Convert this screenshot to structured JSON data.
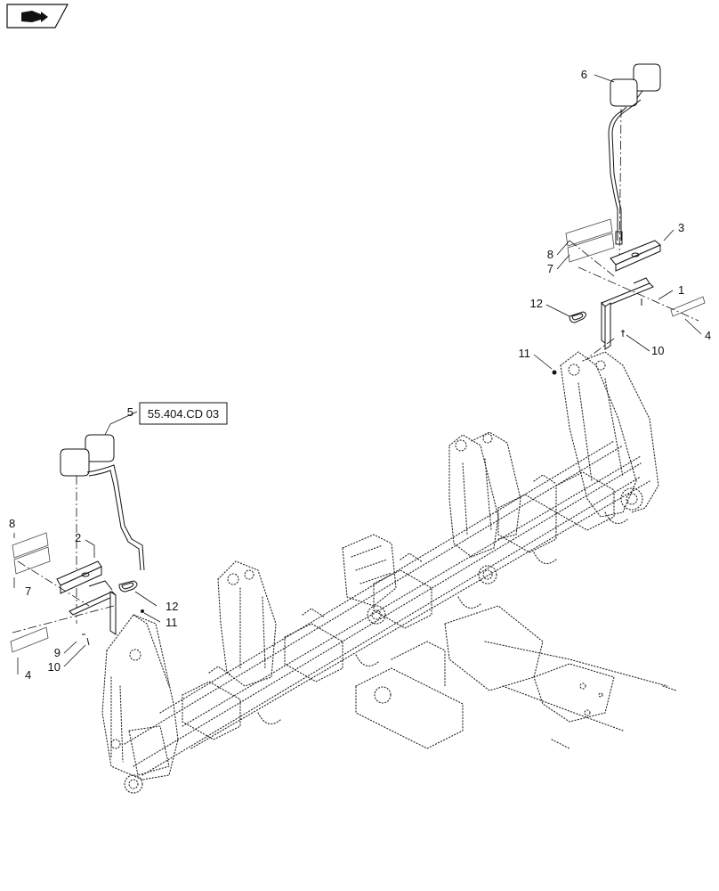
{
  "nav": {
    "icon": "book-arrow-icon"
  },
  "reference": {
    "text": "55.404.CD 03"
  },
  "callouts": {
    "c1": "1",
    "c2": "2",
    "c3": "3",
    "c4a": "4",
    "c4b": "4",
    "c5": "5",
    "c6": "6",
    "c7a": "7",
    "c7b": "7",
    "c8a": "8",
    "c8b": "8",
    "c9": "9",
    "c10a": "10",
    "c10b": "10",
    "c11a": "11",
    "c11b": "11",
    "c12a": "12",
    "c12b": "12"
  }
}
